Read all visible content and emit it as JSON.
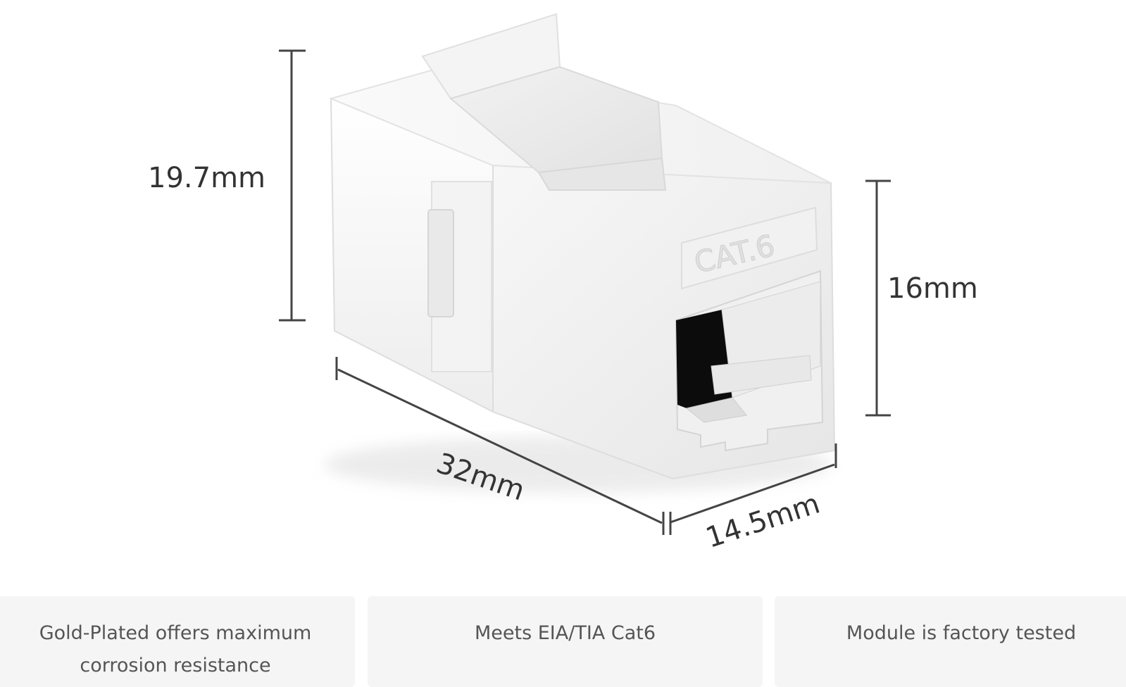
{
  "dimensions": {
    "height": "19.7mm",
    "port_height": "16mm",
    "length": "32mm",
    "width": "14.5mm"
  },
  "product": {
    "label_on_body": "CAT.6"
  },
  "features": [
    {
      "text": "Gold-Plated offers maximum corrosion resistance"
    },
    {
      "text": "Meets EIA/TIA Cat6"
    },
    {
      "text": "Module is factory tested"
    }
  ]
}
